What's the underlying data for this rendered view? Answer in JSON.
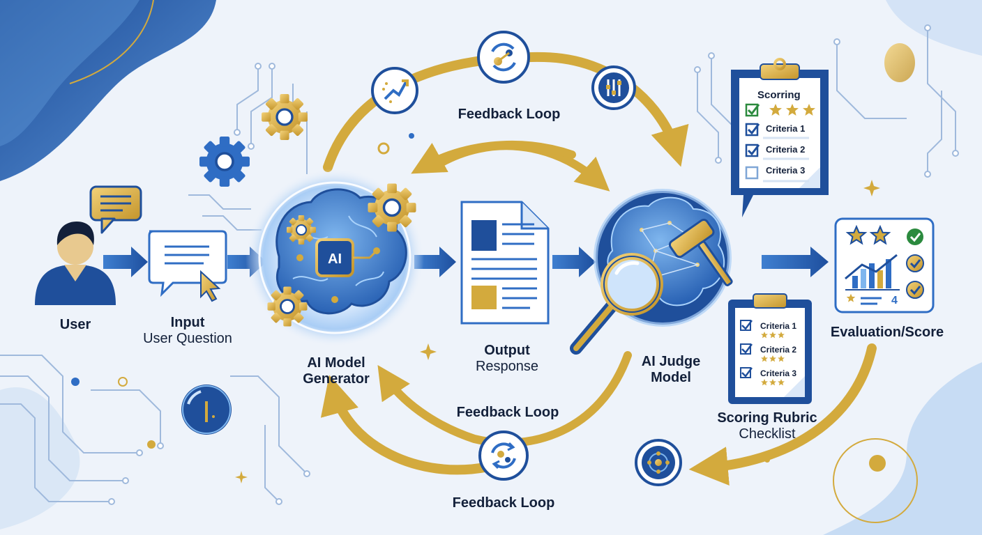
{
  "nodes": {
    "user": {
      "label": "User"
    },
    "input": {
      "title": "Input",
      "subtitle": "User Question"
    },
    "generator": {
      "line1": "AI Model",
      "line2": "Generator",
      "badge": "AI"
    },
    "output": {
      "title": "Output",
      "subtitle": "Response"
    },
    "judge": {
      "line1": "AI Judge",
      "line2": "Model"
    },
    "evaluation": {
      "label": "Evaluation/Score",
      "card_number": "4"
    }
  },
  "loops": {
    "top": "Feedback Loop",
    "middle": "Feedback Loop",
    "bottom": "Feedback Loop"
  },
  "scoring_card": {
    "title": "Scorring",
    "items": [
      "Criteria 1",
      "Criteria 2",
      "Criteria 3"
    ]
  },
  "rubric_card": {
    "items": [
      "Criteria 1",
      "Criteria 2",
      "Criteria 3"
    ]
  },
  "rubric_label": {
    "title": "Scoring Rubric",
    "subtitle": "Checklist"
  },
  "colors": {
    "navy": "#1f4f9b",
    "blue": "#2f6dc4",
    "gold": "#d3aa3d",
    "background": "#eef3fa",
    "text": "#13203a"
  },
  "icons": [
    "user-icon",
    "chat-bubble-icon",
    "cursor-icon",
    "gear-icon",
    "brain-icon",
    "document-icon",
    "magnifier-icon",
    "gavel-icon",
    "clipboard-icon",
    "star-icon",
    "checkmark-icon",
    "trend-chart-icon",
    "sync-icon",
    "orbit-icon",
    "dial-icon"
  ]
}
